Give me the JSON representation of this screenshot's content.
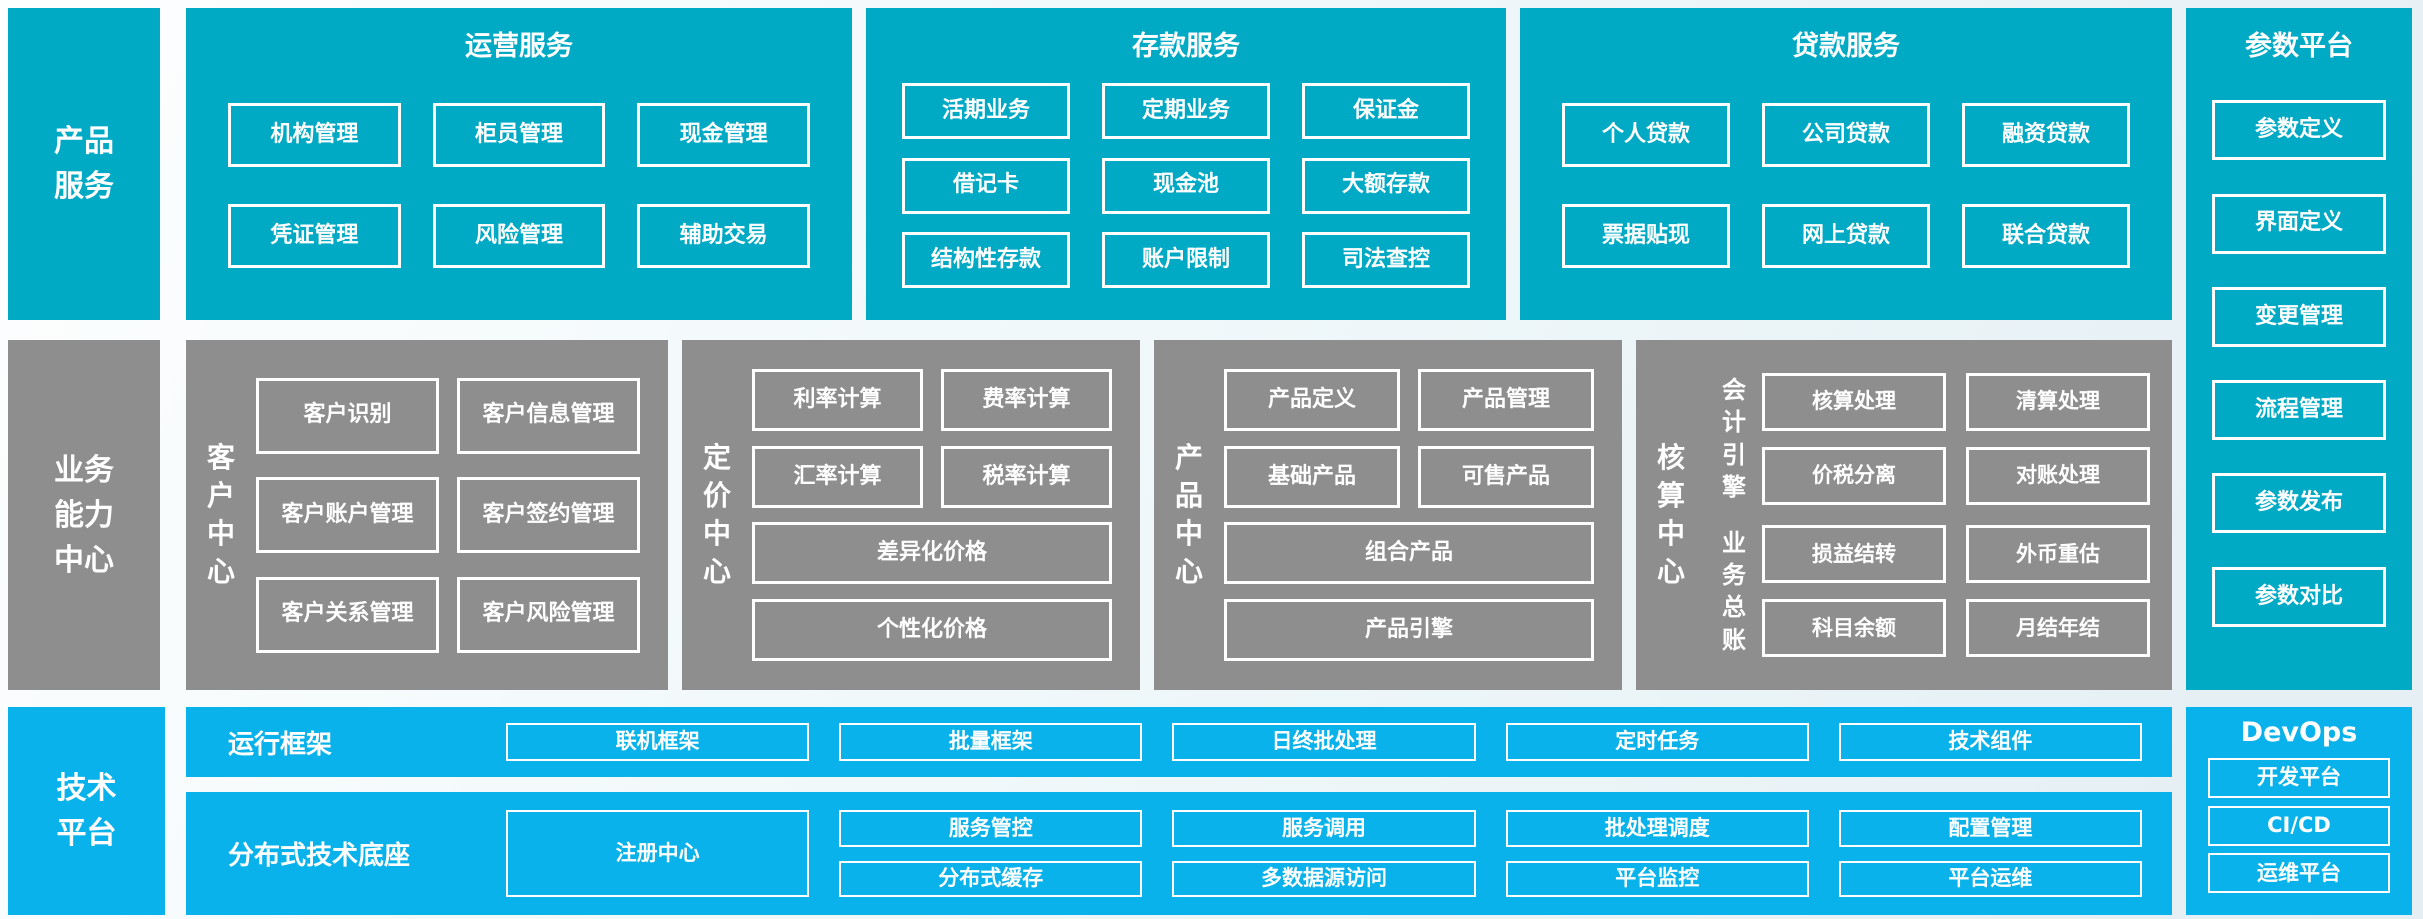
{
  "colors": {
    "teal": "#00a9c4",
    "gray": "#8e8e8e",
    "cyan": "#09b2ea",
    "box_border": "#ffffff",
    "text": "#ffffff"
  },
  "top": {
    "side_label": "产品\n服务",
    "panels": [
      {
        "title": "运营服务",
        "rows": [
          [
            "机构管理",
            "柜员管理",
            "现金管理"
          ],
          [
            "凭证管理",
            "风险管理",
            "辅助交易"
          ]
        ]
      },
      {
        "title": "存款服务",
        "rows": [
          [
            "活期业务",
            "定期业务",
            "保证金"
          ],
          [
            "借记卡",
            "现金池",
            "大额存款"
          ],
          [
            "结构性存款",
            "账户限制",
            "司法查控"
          ]
        ]
      },
      {
        "title": "贷款服务",
        "rows": [
          [
            "个人贷款",
            "公司贷款",
            "融资贷款"
          ],
          [
            "票据贴现",
            "网上贷款",
            "联合贷款"
          ]
        ]
      }
    ]
  },
  "param_platform": {
    "title": "参数平台",
    "items": [
      "参数定义",
      "界面定义",
      "变更管理",
      "流程管理",
      "参数发布",
      "参数对比"
    ]
  },
  "middle": {
    "side_label": "业务\n能力\n中心",
    "customer_center": {
      "label": "客户中心",
      "rows": [
        [
          "客户识别",
          "客户信息管理"
        ],
        [
          "客户账户管理",
          "客户签约管理"
        ],
        [
          "客户关系管理",
          "客户风险管理"
        ]
      ]
    },
    "pricing_center": {
      "label": "定价中心",
      "rows": [
        [
          "利率计算",
          "费率计算"
        ],
        [
          "汇率计算",
          "税率计算"
        ]
      ],
      "wide": [
        "差异化价格",
        "个性化价格"
      ]
    },
    "product_center": {
      "label": "产品中心",
      "rows": [
        [
          "产品定义",
          "产品管理"
        ],
        [
          "基础产品",
          "可售产品"
        ]
      ],
      "wide": [
        "组合产品",
        "产品引擎"
      ]
    },
    "accounting_center": {
      "label": "核算中心",
      "groups": [
        {
          "label": "会计引擎",
          "rows": [
            [
              "核算处理",
              "清算处理"
            ],
            [
              "价税分离",
              "对账处理"
            ]
          ]
        },
        {
          "label": "业务总账",
          "rows": [
            [
              "损益结转",
              "外币重估"
            ],
            [
              "科目余额",
              "月结年结"
            ]
          ]
        }
      ]
    }
  },
  "bottom": {
    "side_label": "技术\n平台",
    "run_framework": {
      "label": "运行框架",
      "items": [
        "联机框架",
        "批量框架",
        "日终批处理",
        "定时任务",
        "技术组件"
      ]
    },
    "distributed_base": {
      "label": "分布式技术底座",
      "registry": "注册中心",
      "columns": [
        [
          "服务管控",
          "分布式缓存"
        ],
        [
          "服务调用",
          "多数据源访问"
        ],
        [
          "批处理调度",
          "平台监控"
        ],
        [
          "配置管理",
          "平台运维"
        ]
      ]
    },
    "devops": {
      "title": "DevOps",
      "items": [
        "开发平台",
        "CI/CD",
        "运维平台"
      ]
    }
  }
}
